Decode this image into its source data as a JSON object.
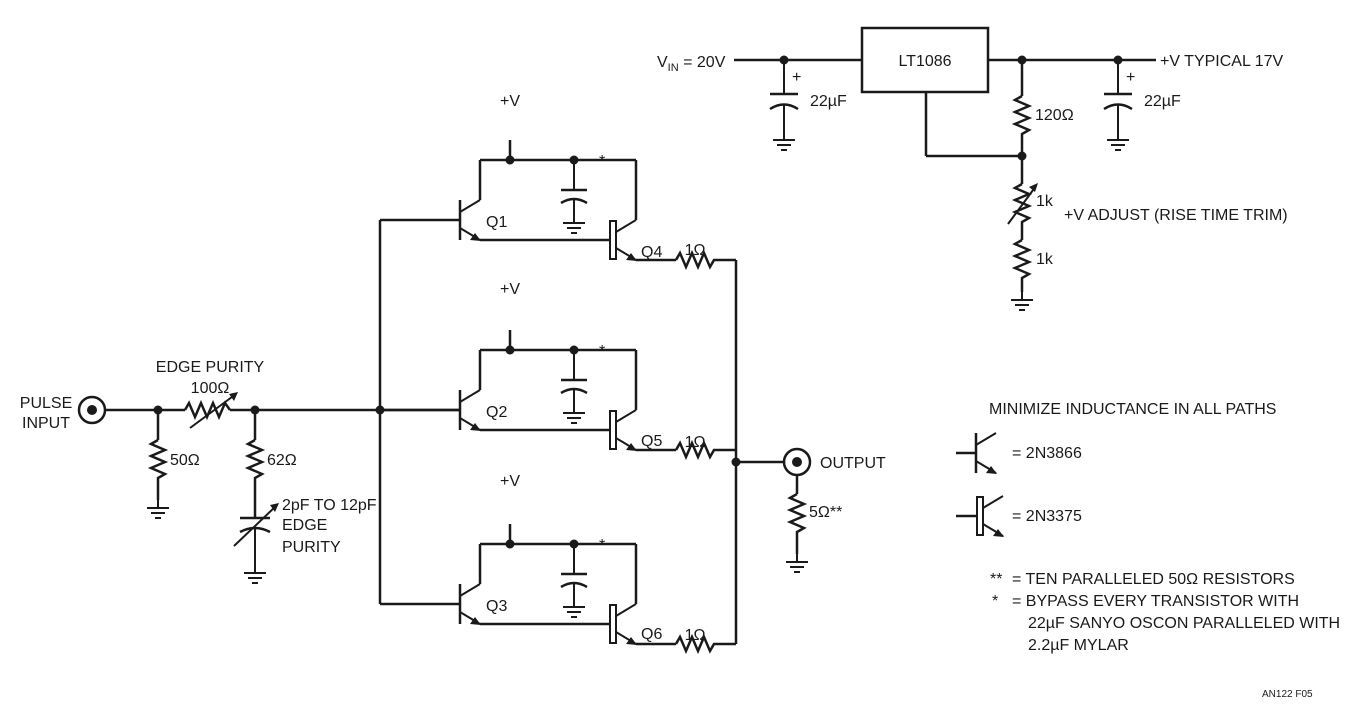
{
  "labels": {
    "pulse_line1": "PULSE",
    "pulse_line2": "INPUT",
    "edge_purity_top": "EDGE PURITY",
    "r_100": "100Ω",
    "r_50": "50Ω",
    "r_62": "62Ω",
    "cap_trim_line1": "2pF TO 12pF",
    "cap_trim_line2": "EDGE",
    "cap_trim_line3": "PURITY",
    "vplus": "+V",
    "q1": "Q1",
    "q2": "Q2",
    "q3": "Q3",
    "q4": "Q4",
    "q5": "Q5",
    "q6": "Q6",
    "r_1ohm": "1Ω",
    "star": "*",
    "output": "OUTPUT",
    "r_out": "5Ω**",
    "vin_prefix": "V",
    "vin_sub": "IN",
    "vin_value": " = 20V",
    "regulator": "LT1086",
    "cap_22": "22µF",
    "plus": "+",
    "vout": "+V TYPICAL 17V",
    "r_120": "120Ω",
    "r_1k": "1k",
    "adjust": "+V ADJUST (RISE TIME TRIM)",
    "minimize": "MINIMIZE INDUCTANCE IN ALL PATHS",
    "legend_npn": "= 2N3866",
    "legend_pkg": "= 2N3375",
    "note_star2_mark": "**",
    "note_star2": "= TEN PARALLELED 50Ω RESISTORS",
    "note_star1_mark": "*",
    "note_star1_line1": "= BYPASS EVERY TRANSISTOR WITH",
    "note_star1_line2": "22µF SANYO OSCON PARALLELED WITH",
    "note_star1_line3": "2.2µF MYLAR",
    "figure_id": "AN122 F05"
  }
}
